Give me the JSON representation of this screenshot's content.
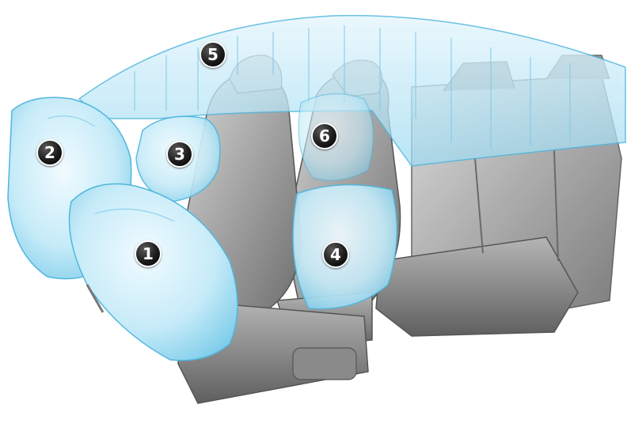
{
  "colors": {
    "airbag_fill": "#bfe8f7",
    "airbag_light": "#e8f7fd",
    "airbag_edge": "#4fb6dd",
    "seat_dark": "#6f6f6f",
    "seat_mid": "#a3a3a3",
    "seat_light": "#d9d9d9",
    "marker_fill": "#111111",
    "marker_text": "#ffffff"
  },
  "airbags": [
    {
      "number": "1",
      "icon": "number-1-marker"
    },
    {
      "number": "2",
      "icon": "number-2-marker"
    },
    {
      "number": "3",
      "icon": "number-3-marker"
    },
    {
      "number": "4",
      "icon": "number-4-marker"
    },
    {
      "number": "5",
      "icon": "number-5-marker"
    },
    {
      "number": "6",
      "icon": "number-6-marker"
    }
  ]
}
